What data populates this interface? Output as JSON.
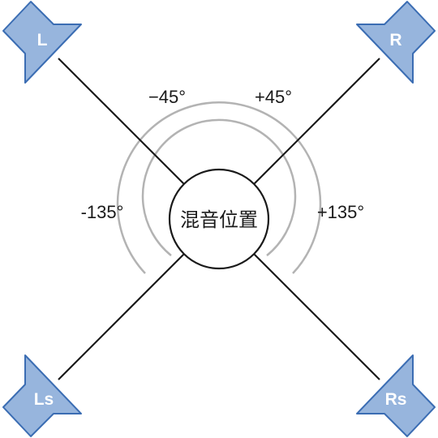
{
  "center_label": "混音位置",
  "angles": {
    "front_left": "−45°",
    "front_right": "+45°",
    "rear_left": "-135°",
    "rear_right": "+135°"
  },
  "speakers": {
    "left": "L",
    "right": "R",
    "left_surround": "Ls",
    "right_surround": "Rs"
  },
  "colors": {
    "speaker_fill": "#97b5dd",
    "speaker_stroke": "#3b6db3",
    "arc": "#b3b3b3",
    "line": "#1a1a1a"
  }
}
